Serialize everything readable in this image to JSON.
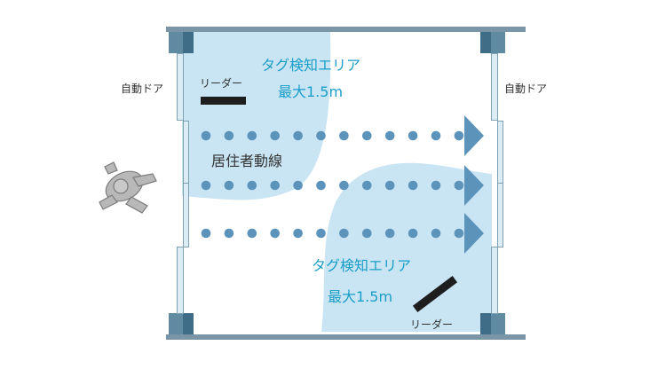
{
  "labels": {
    "door_left": "自動ドア",
    "door_right": "自動ドア",
    "reader_top": "リーダー",
    "reader_bottom": "リーダー",
    "zone_top_line1": "タグ検知エリア",
    "zone_top_line2": "最大1.5m",
    "zone_bottom_line1": "タグ検知エリア",
    "zone_bottom_line2": "最大1.5m",
    "resident_path": "居住者動線"
  },
  "colors": {
    "wall": "#7a96a6",
    "pillar": "#4f7a92",
    "zone": "#c9e5f4",
    "glass": "#dcecf4",
    "dots": "#5b93ba",
    "reader": "#1e1e1e",
    "zone_text": "#1a9ec9",
    "person": "#b4b4b4"
  },
  "icons": {
    "person": "person-walking-icon",
    "arrow": "arrow-right-icon",
    "reader": "reader-device-icon"
  }
}
